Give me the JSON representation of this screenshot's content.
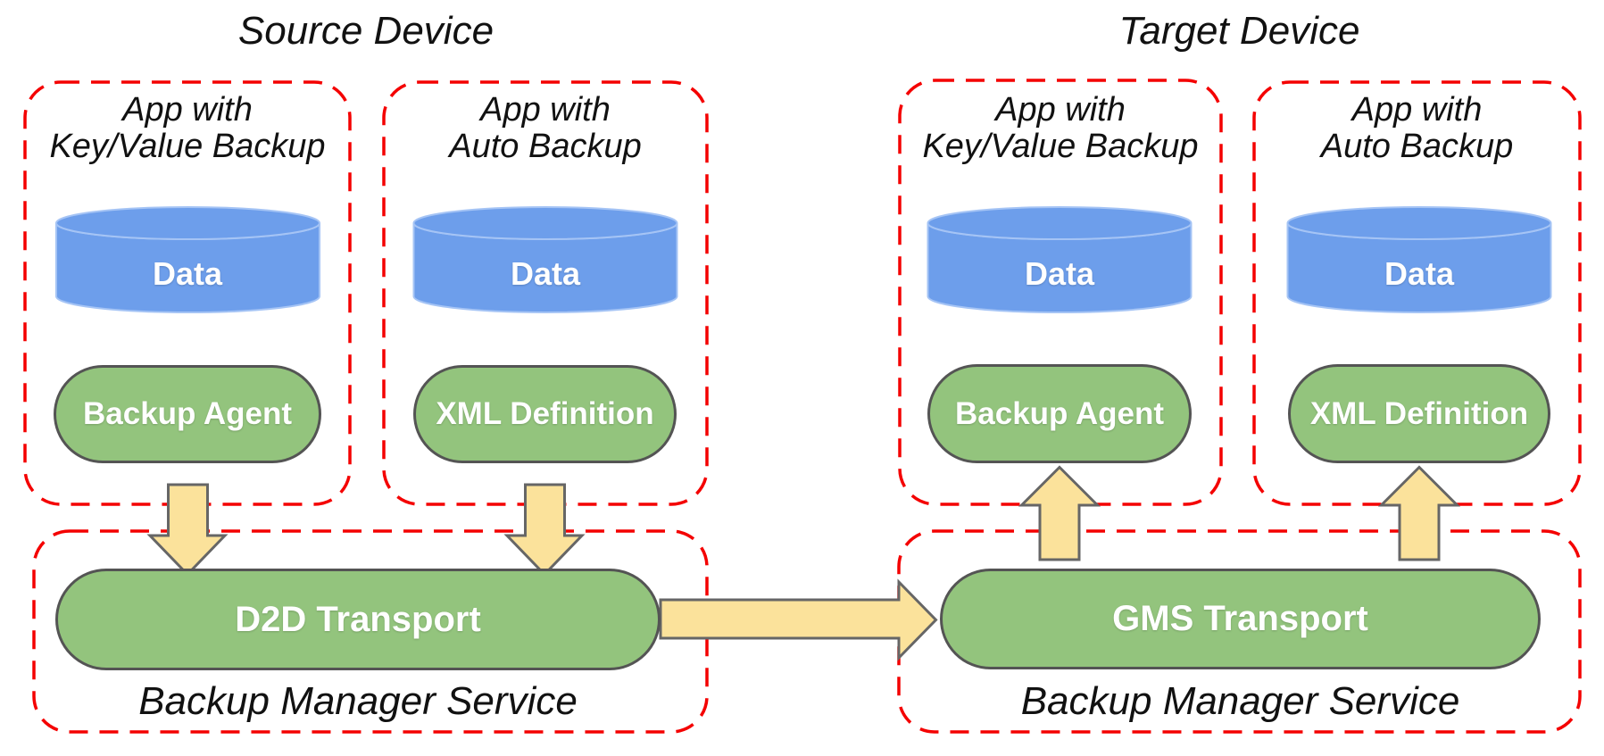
{
  "source": {
    "title": "Source Device",
    "apps": [
      {
        "label_line1": "App with",
        "label_line2": "Key/Value Backup",
        "data_label": "Data",
        "component": "Backup Agent"
      },
      {
        "label_line1": "App with",
        "label_line2": "Auto Backup",
        "data_label": "Data",
        "component": "XML Definition"
      }
    ],
    "service": {
      "transport": "D2D Transport",
      "label": "Backup Manager Service"
    }
  },
  "target": {
    "title": "Target Device",
    "apps": [
      {
        "label_line1": "App with",
        "label_line2": "Key/Value Backup",
        "data_label": "Data",
        "component": "Backup Agent"
      },
      {
        "label_line1": "App with",
        "label_line2": "Auto Backup",
        "data_label": "Data",
        "component": "XML Definition"
      }
    ],
    "service": {
      "transport": "GMS Transport",
      "label": "Backup Manager Service"
    }
  },
  "colors": {
    "red_dashed": "#F40000",
    "shape_green": "#93C47D",
    "shape_green_border": "#545454",
    "cylinder_blue": "#6D9EEB",
    "cylinder_highlight": "#A5C4F5",
    "arrow_yellow": "#FBE29B",
    "arrow_border": "#666666",
    "text_black": "#111111",
    "text_white": "#FFFFFF"
  }
}
